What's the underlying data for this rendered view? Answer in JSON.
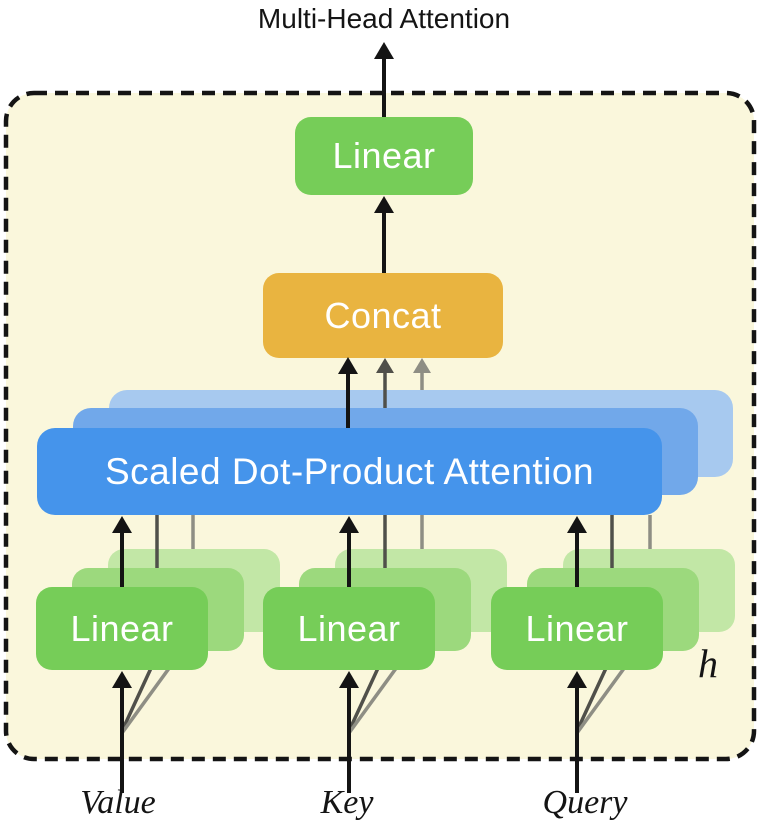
{
  "title": "Multi-Head Attention",
  "blocks": {
    "output_linear": {
      "label": "Linear",
      "color": "#76CD58"
    },
    "concat": {
      "label": "Concat",
      "color": "#E9B440"
    },
    "attention": {
      "label": "Scaled Dot-Product Attention",
      "color": "#4594EB",
      "stack_depth": 3
    }
  },
  "stacks": [
    {
      "label": "Linear",
      "input_label": "Value",
      "stack_depth": 3
    },
    {
      "label": "Linear",
      "input_label": "Key",
      "stack_depth": 3
    },
    {
      "label": "Linear",
      "input_label": "Query",
      "stack_depth": 3
    }
  ],
  "head_count_label": "h",
  "colors": {
    "canvas_background": "#FFFFFF",
    "panel_background": "#FAF7DC",
    "panel_border": "#141414",
    "green_front": "#76CD58",
    "green_mid": "#9CD97D",
    "green_back": "#C2E7A6",
    "blue_front": "#4594EB",
    "blue_mid": "#71A8EA",
    "blue_back": "#A7C9EF",
    "concat_orange": "#E9B440",
    "arrow_black": "#141414",
    "arrow_dark_gray": "#50504A",
    "arrow_light_gray": "#8E8E84",
    "block_text": "#FFFFFF",
    "label_text": "#141414"
  }
}
